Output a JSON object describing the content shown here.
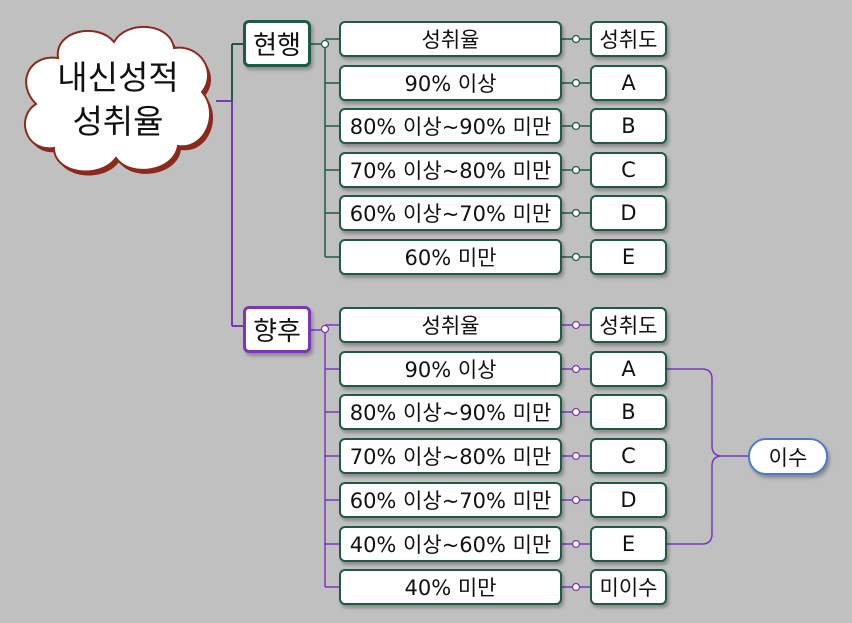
{
  "root": {
    "line1": "내신성적",
    "line2": "성취율"
  },
  "current": {
    "label": "현행",
    "rows": [
      {
        "rate": "성취율",
        "grade": "성취도"
      },
      {
        "rate": "90% 이상",
        "grade": "A"
      },
      {
        "rate": "80% 이상~90% 미만",
        "grade": "B"
      },
      {
        "rate": "70% 이상~80% 미만",
        "grade": "C"
      },
      {
        "rate": "60% 이상~70% 미만",
        "grade": "D"
      },
      {
        "rate": "60% 미만",
        "grade": "E"
      }
    ]
  },
  "future": {
    "label": "향후",
    "rows": [
      {
        "rate": "성취율",
        "grade": "성취도"
      },
      {
        "rate": "90% 이상",
        "grade": "A"
      },
      {
        "rate": "80% 이상~90% 미만",
        "grade": "B"
      },
      {
        "rate": "70% 이상~80% 미만",
        "grade": "C"
      },
      {
        "rate": "60% 이상~70% 미만",
        "grade": "D"
      },
      {
        "rate": "40% 이상~60% 미만",
        "grade": "E"
      },
      {
        "rate": "40% 미만",
        "grade": "미이수"
      }
    ],
    "group_label": "이수"
  },
  "colors": {
    "green": "#1f5a45",
    "purple": "#7a38b8",
    "blue": "#4a7bd4",
    "cloud_border": "#8b2a1c",
    "background": "#c0c0c0"
  }
}
